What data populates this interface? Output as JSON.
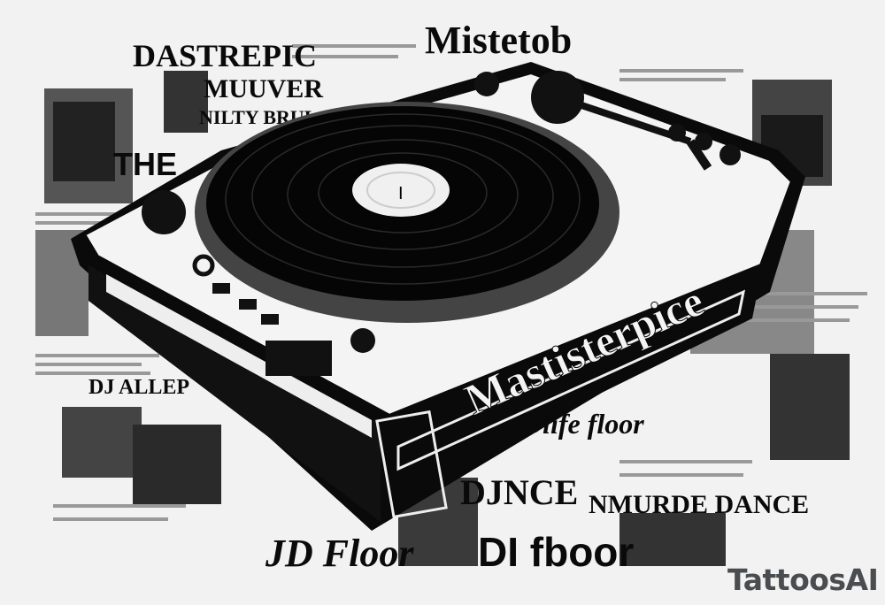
{
  "artwork": {
    "headline_top_left": "DASTREPIC",
    "headline_top_center": "MUUVER",
    "headline_top_right": "Mistetob",
    "subhead_left": "NILTY BRUL",
    "subhead_the": "THE",
    "turntable_side_text": "Mastisterpice",
    "bottom_left_text": "JD Floor",
    "bottom_center_text": "DI fboor",
    "dance_left_text": "DJNCE",
    "dance_right_text": "NMURDE DANCE",
    "mid_left_text": "DJ ALLEP",
    "mid_right_text": "Dlife floor",
    "label_text": "I"
  },
  "watermark": "TattoosAI",
  "colors": {
    "background": "#f2f2f2",
    "ink": "#0a0a0a",
    "watermark": "#4a4d50"
  }
}
